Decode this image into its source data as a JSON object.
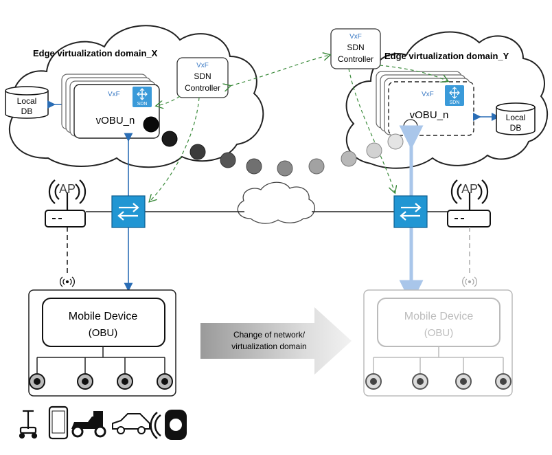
{
  "domain_x": {
    "title": "Edge virtualization domain_X",
    "local_db": {
      "line1": "Local",
      "line2": "DB"
    },
    "vobu": {
      "vxf": "VxF",
      "sdn_badge": "SDN",
      "label": "vOBU_n"
    },
    "controller": {
      "vxf": "VxF",
      "line1": "SDN",
      "line2": "Controller"
    },
    "ap": {
      "label": "AP"
    }
  },
  "domain_y": {
    "title": "Edge virtualization domain_Y",
    "local_db": {
      "line1": "Local",
      "line2": "DB"
    },
    "vobu": {
      "vxf": "VxF",
      "sdn_badge": "SDN",
      "label": "vOBU_n"
    },
    "controller": {
      "vxf": "VxF",
      "line1": "SDN",
      "line2": "Controller"
    },
    "ap": {
      "label": "AP"
    }
  },
  "device_left": {
    "line1": "Mobile Device",
    "line2": "(OBU)"
  },
  "device_right": {
    "line1": "Mobile Device",
    "line2": "(OBU)"
  },
  "transition_arrow": {
    "line1": "Change of network/",
    "line2": "virtualization domain"
  },
  "vehicle_icons": [
    "scooter-icon",
    "smartphone-icon",
    "motorbike-icon",
    "car-icon",
    "smartwatch-icon"
  ],
  "colors": {
    "blue_link": "#2a6db5",
    "light_blue_link": "#a9c6ea",
    "switch_blue": "#2196d3",
    "sdn_badge": "#3a9ad9",
    "dashed_green": "#3a8a3a",
    "vxf_text": "#3b7ac4",
    "faded_text": "#bdbdbd"
  }
}
